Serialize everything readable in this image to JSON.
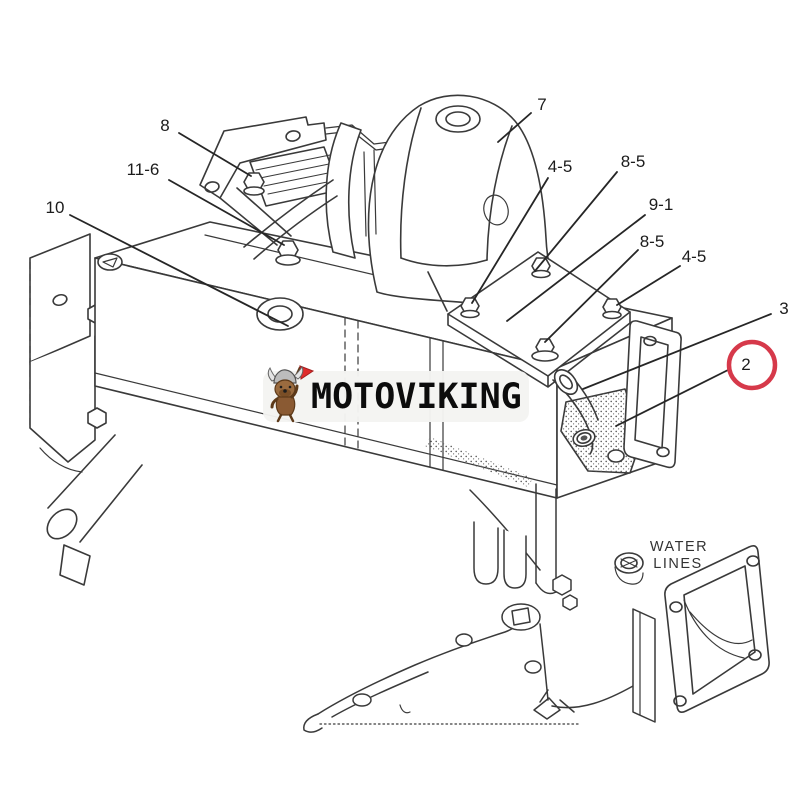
{
  "product_image": {
    "type": "engine-parts-line-diagram",
    "background": "#ffffff",
    "line_color": "#3a3a3a"
  },
  "watermark": {
    "brand": "MOTOVIKING",
    "mascot": "viking-dog-mascot",
    "panel_color": "#f4f4f1",
    "text_color": "#0c0c0c",
    "flag_color": "#e02b2b"
  },
  "highlight_circle": {
    "label": "2",
    "color": "#d6394a"
  },
  "callouts": [
    {
      "label": "7"
    },
    {
      "label": "8"
    },
    {
      "label": "11-6"
    },
    {
      "label": "10"
    },
    {
      "label": "4-5"
    },
    {
      "label": "8-5"
    },
    {
      "label": "9-1"
    },
    {
      "label": "8-5"
    },
    {
      "label": "4-5"
    },
    {
      "label": "3"
    },
    {
      "label": "2"
    }
  ],
  "diagram_labels": {
    "water_lines_line1": "WATER",
    "water_lines_line2": "LINES"
  }
}
